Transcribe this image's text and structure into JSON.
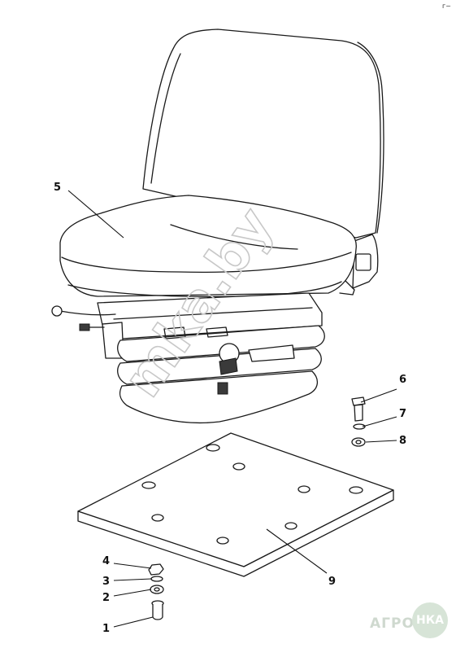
{
  "corner_mark": "г~",
  "watermark": "mka.by",
  "logo": {
    "left_text": "АГРО",
    "circle_text": "НКА"
  },
  "callouts": [
    {
      "id": "1",
      "label": "1"
    },
    {
      "id": "2",
      "label": "2"
    },
    {
      "id": "3",
      "label": "3"
    },
    {
      "id": "4",
      "label": "4"
    },
    {
      "id": "5",
      "label": "5"
    },
    {
      "id": "6",
      "label": "6"
    },
    {
      "id": "7",
      "label": "7"
    },
    {
      "id": "8",
      "label": "8"
    },
    {
      "id": "9",
      "label": "9"
    }
  ],
  "colors": {
    "line": "#1a1a1a",
    "watermark": "#c8c8c8",
    "logo": "#d7e4d7"
  }
}
